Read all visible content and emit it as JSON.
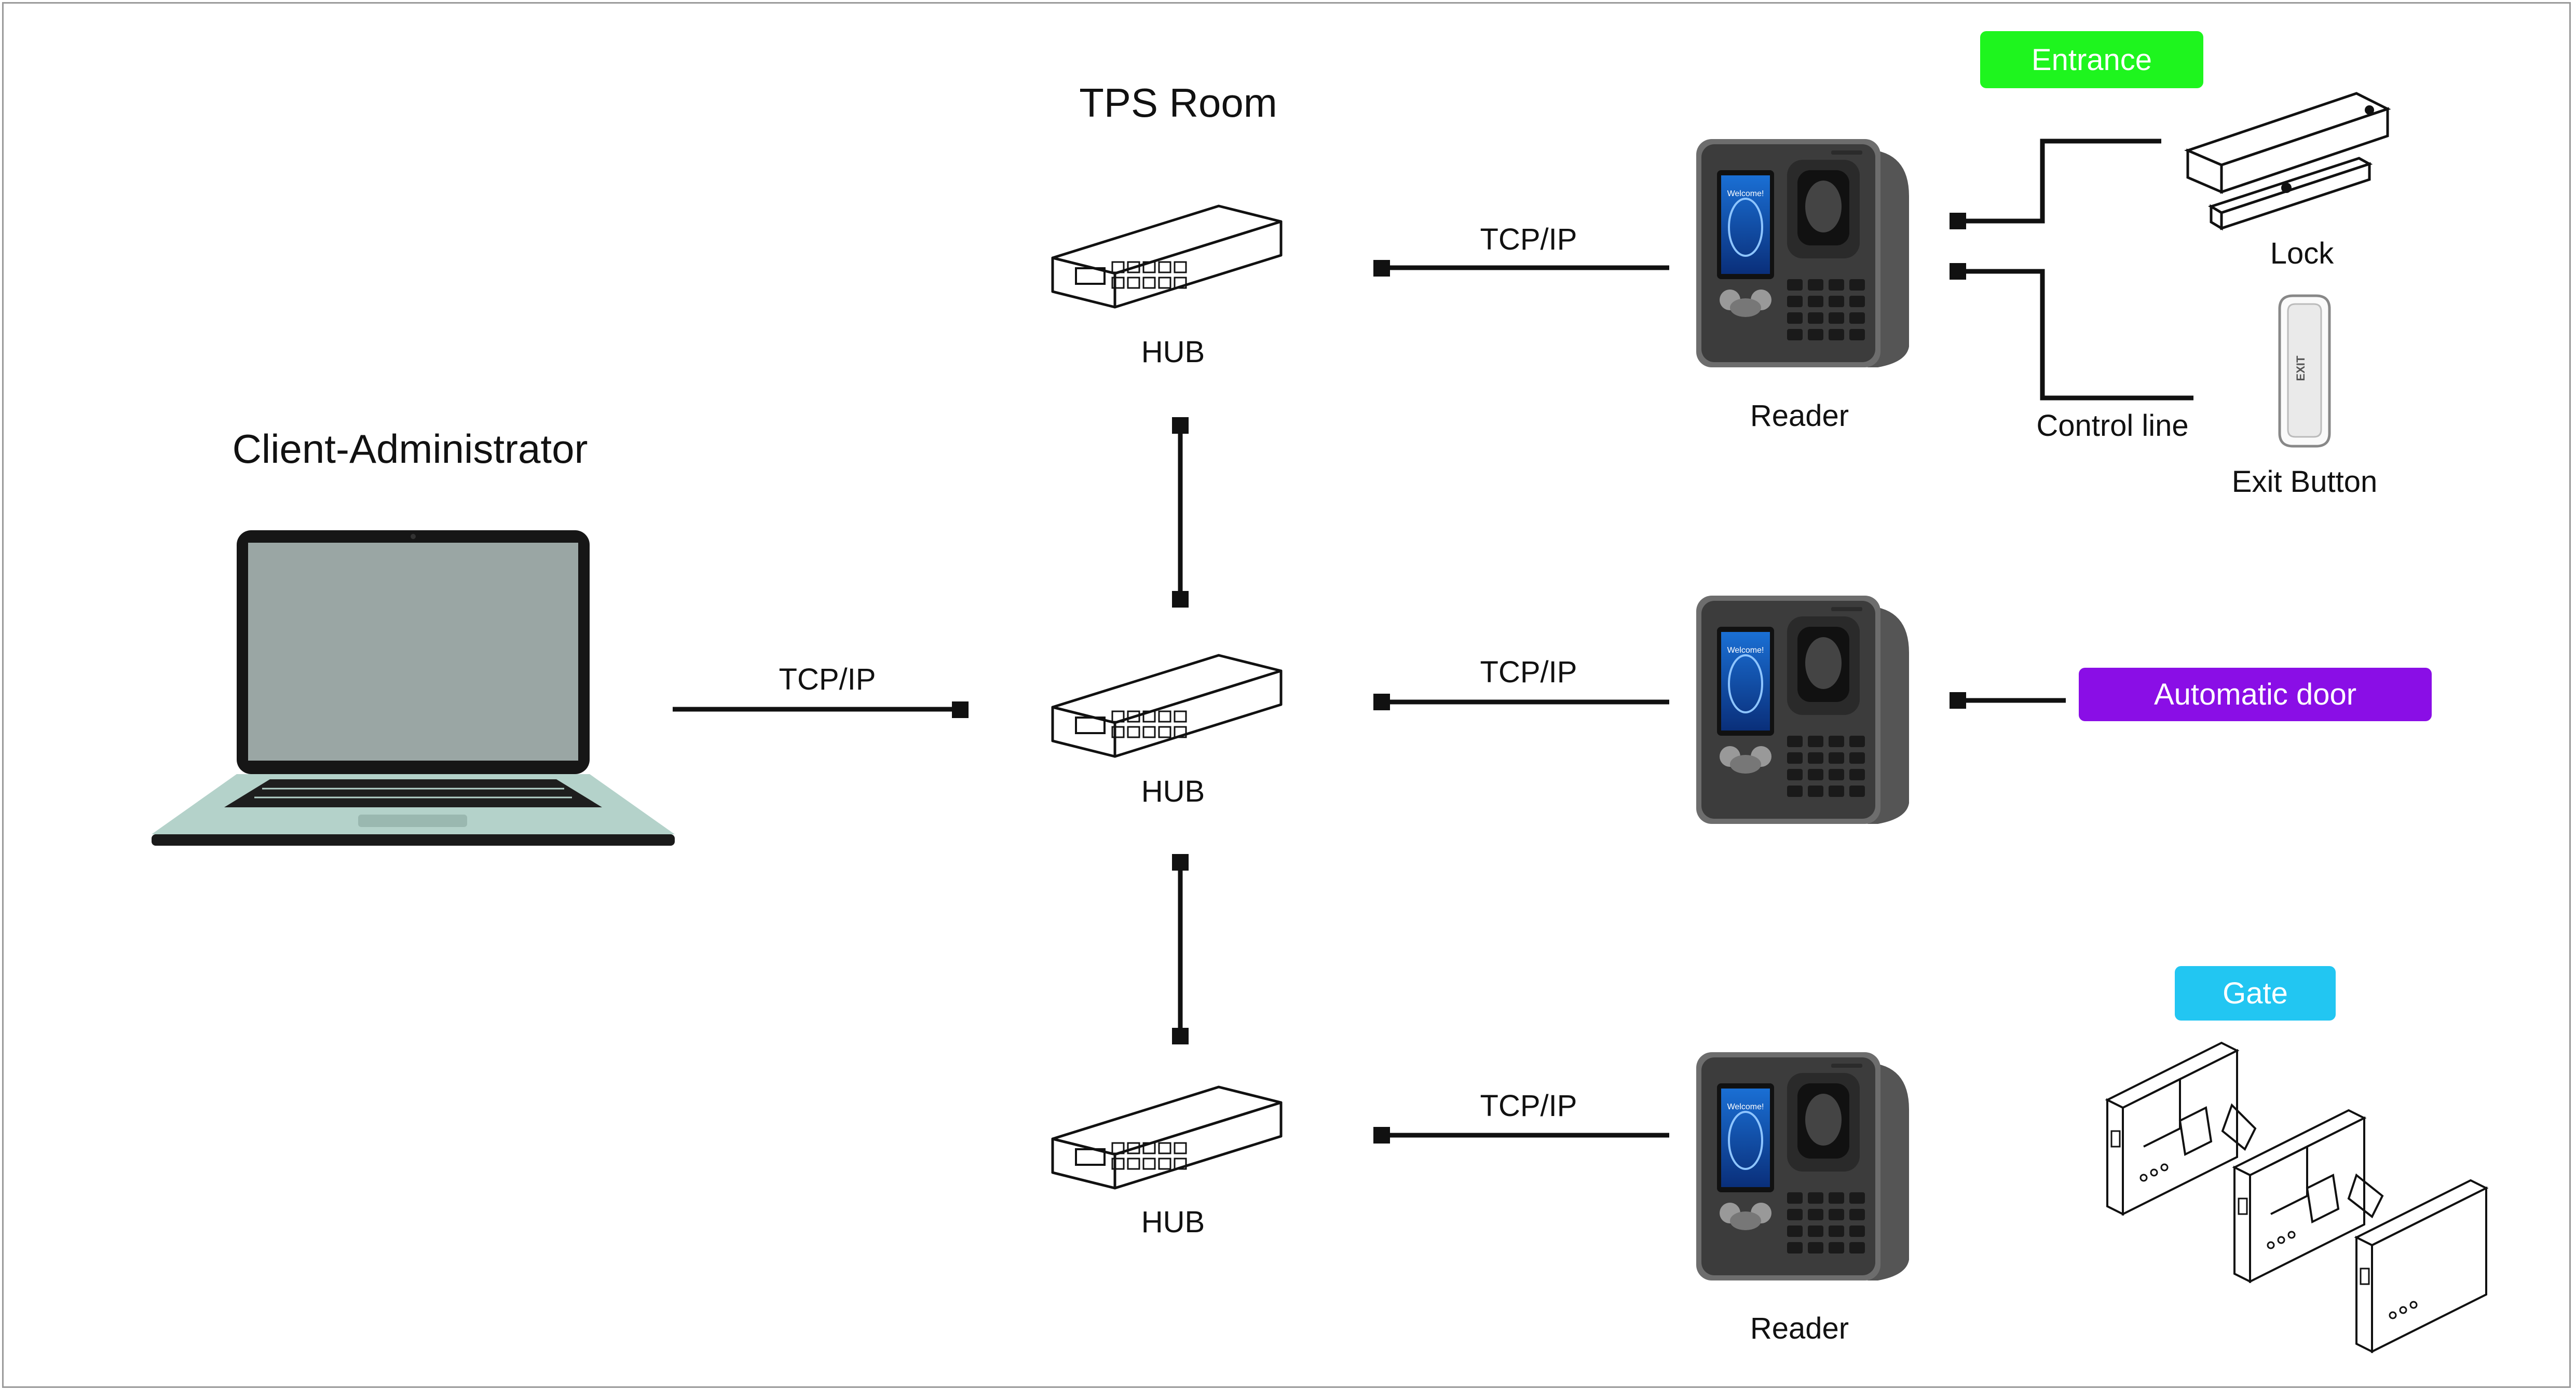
{
  "titles": {
    "tps_room": "TPS Room",
    "client": "Client-Administrator"
  },
  "links": {
    "client_hub": "TCP/IP",
    "hub1_reader1": "TCP/IP",
    "hub2_reader2": "TCP/IP",
    "hub3_reader3": "TCP/IP"
  },
  "hubs": [
    "HUB",
    "HUB",
    "HUB"
  ],
  "readers": {
    "top_label": "Reader",
    "bottom_label": "Reader",
    "screen_text": "Welcome!"
  },
  "devices": {
    "lock": "Lock",
    "exit_button": "Exit Button",
    "exit_button_print": "EXIT",
    "control_line": "Control line"
  },
  "badges": {
    "entrance": "Entrance",
    "automatic_door": "Automatic door",
    "gate": "Gate"
  },
  "colors": {
    "entrance": "#1ef51e",
    "automatic_door": "#8a0ee6",
    "gate": "#22c6f2",
    "laptop_screen": "#9aa6a4",
    "laptop_base": "#b4d2ca"
  }
}
